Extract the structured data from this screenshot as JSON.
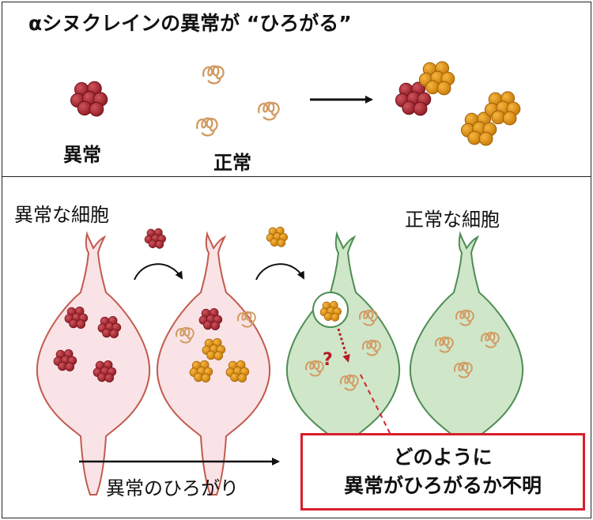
{
  "title": "αシヌクレインの異常が “ひろがる”",
  "labels": {
    "abnormal": "異常",
    "normal": "正常",
    "abnormal_cell": "異常な細胞",
    "normal_cell": "正常な細胞",
    "spread": "異常のひろがり",
    "question": "?"
  },
  "callout": {
    "line1": "どのように",
    "line2": "異常がひろがるか不明"
  },
  "colors": {
    "abnormal_aggregate": "#a3222d",
    "converted_aggregate": "#e0900e",
    "normal_protein": "#d9a06a",
    "abnormal_cell_fill": "#f9e3e6",
    "abnormal_cell_stroke": "#c25a4e",
    "normal_cell_fill": "#cfe6c8",
    "normal_cell_stroke": "#4e8d54",
    "callout_border": "#d81e2c"
  }
}
